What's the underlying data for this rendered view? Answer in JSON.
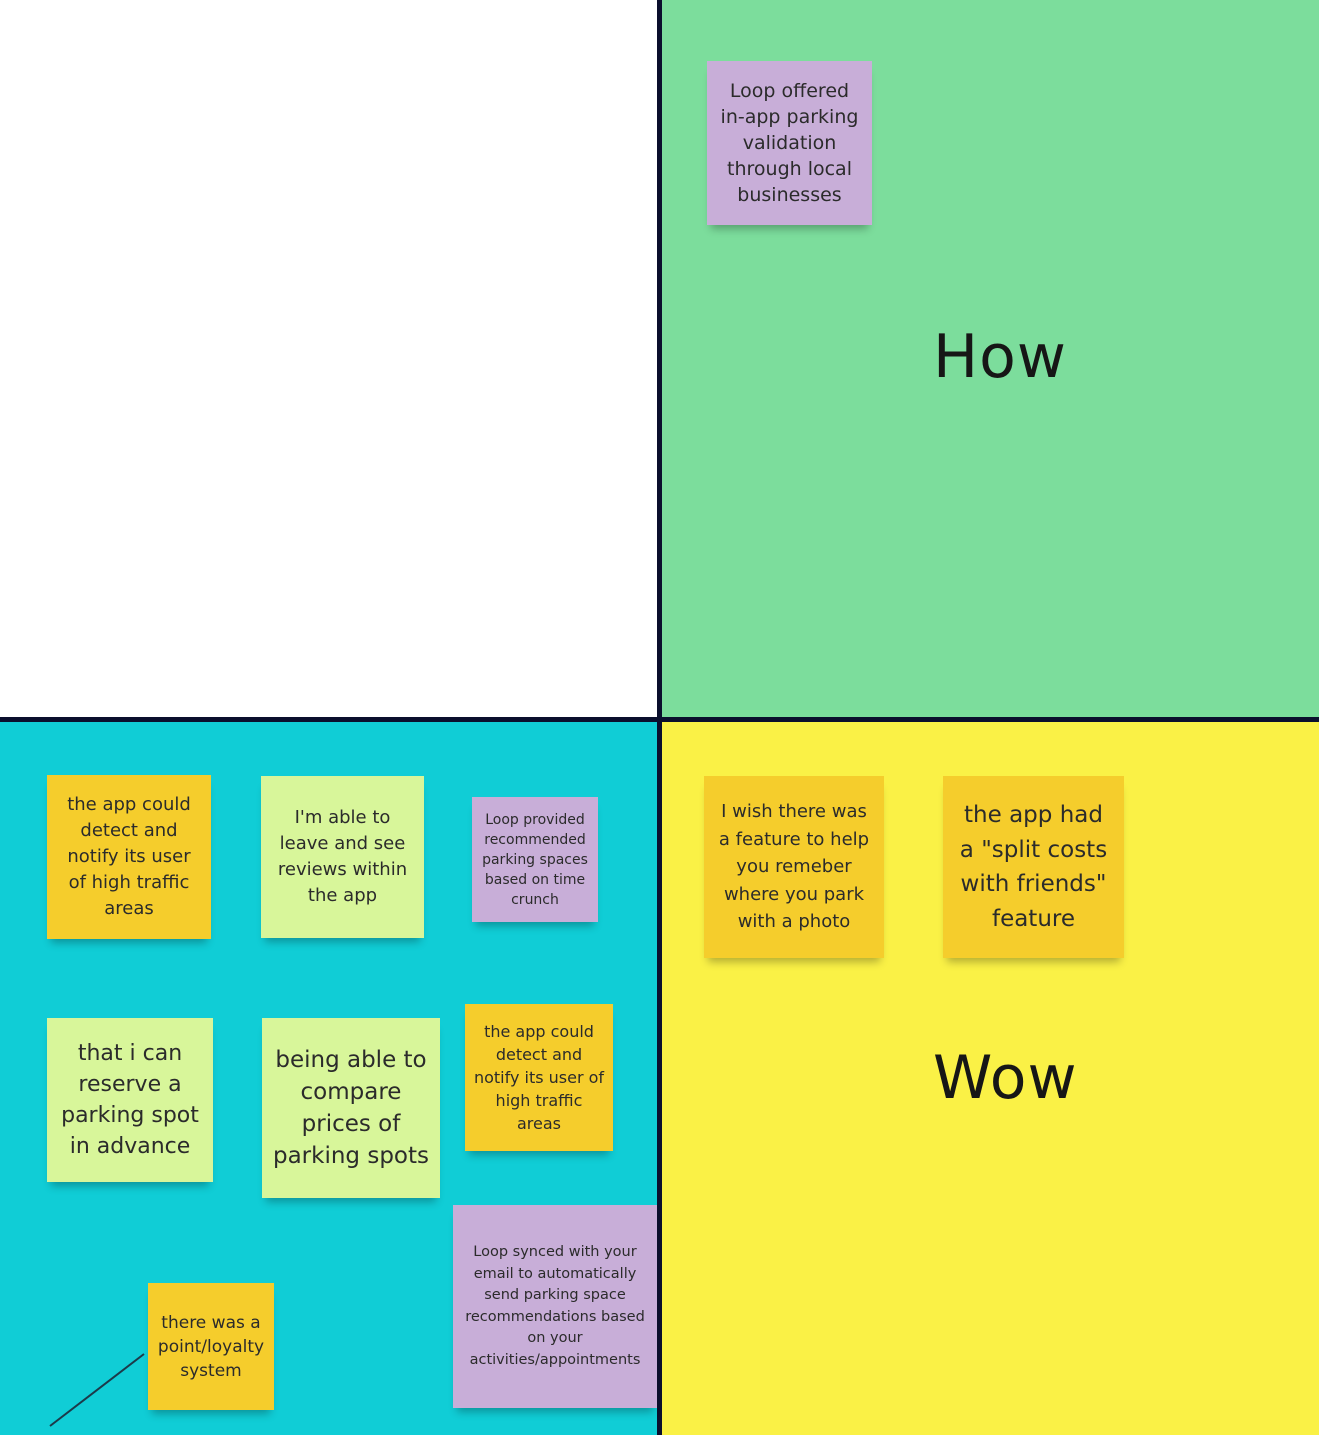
{
  "colors": {
    "quadrant_top_left": "#ffffff",
    "quadrant_top_right": "#7cdd9c",
    "quadrant_bottom_left": "#10cdd6",
    "quadrant_bottom_right": "#faf146",
    "divider": "#0b0f2d",
    "sticky_orange": "#f5cd2c",
    "sticky_green": "#d8f69a",
    "sticky_purple": "#c8aed8"
  },
  "quadrants": {
    "top_right": {
      "label": "How"
    },
    "bottom_right": {
      "label": "Wow"
    }
  },
  "stickies": {
    "parking_validation": {
      "text": "Loop offered in-app parking validation through local businesses",
      "color": "purple"
    },
    "traffic_notify_1": {
      "text": "the app could detect and notify its user of high traffic areas",
      "color": "orange"
    },
    "reviews": {
      "text": "I'm able to leave and see reviews within the app",
      "color": "green"
    },
    "recommended_spaces": {
      "text": "Loop provided recommended parking spaces based on time crunch",
      "color": "purple"
    },
    "reserve_spot": {
      "text": "that i can reserve a parking spot in advance",
      "color": "green"
    },
    "compare_prices": {
      "text": "being able to compare prices of parking spots",
      "color": "green"
    },
    "traffic_notify_2": {
      "text": "the app could detect and notify its user of high traffic areas",
      "color": "orange"
    },
    "email_sync": {
      "text": "Loop synced with your email to automatically send parking space recommendations based on your activities/appointments",
      "color": "purple"
    },
    "loyalty": {
      "text": "there was a point/loyalty system",
      "color": "orange"
    },
    "photo_park": {
      "text": "I wish there was a feature to help you remeber where you park with a photo",
      "color": "orange"
    },
    "split_costs": {
      "text": "the app had a \"split costs with friends\" feature",
      "color": "orange"
    }
  }
}
